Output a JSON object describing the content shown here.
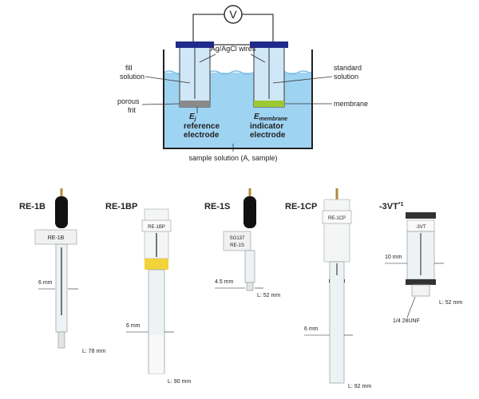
{
  "diagram": {
    "voltmeter": "V",
    "wires": "Ag/AgCl wires",
    "fill_solution": [
      "fill",
      "solution"
    ],
    "porous_frit": [
      "porous",
      "frit"
    ],
    "standard_solution": [
      "standard",
      "solution"
    ],
    "membrane": "membrane",
    "e_j": "E",
    "e_j_sub": "j",
    "e_membrane": "E",
    "e_membrane_sub": "membrane",
    "reference_electrode": [
      "reference",
      "electrode"
    ],
    "indicator_electrode": [
      "indicator",
      "electrode"
    ],
    "sample_solution": "sample solution (A, sample)",
    "colors": {
      "solution": "#9fd3f2",
      "cap": "#1f2a8c",
      "frit": "#8a8a8a",
      "membrane": "#9cc932"
    }
  },
  "electrodes": [
    {
      "name": "RE-1B",
      "dimension": "6 mm",
      "length": "L: 78 mm",
      "tag_lines": [
        "RE-1B"
      ],
      "cap_color": "#111111"
    },
    {
      "name": "RE-1BP",
      "dimension": "6 mm",
      "length": "L: 90 mm",
      "tag_lines": [
        "RE-1BP"
      ],
      "band_color": "#f2d33a"
    },
    {
      "name": "RE-1S",
      "dimension": "4.5 mm",
      "length": "L: 52 mm",
      "tag_lines": [
        "SG137",
        "RE-1S"
      ],
      "cap_color": "#111111"
    },
    {
      "name": "RE-1CP",
      "dimension": "6 mm",
      "length": "L: 92 mm",
      "tag_lines": [
        "RE-1CP"
      ]
    },
    {
      "name": "-3VT",
      "name_sup": "*1",
      "dimension": "10 mm",
      "length": "L: 52 mm",
      "thread": "1/4 28UNF",
      "tag_lines": [
        "-3VT"
      ]
    }
  ]
}
